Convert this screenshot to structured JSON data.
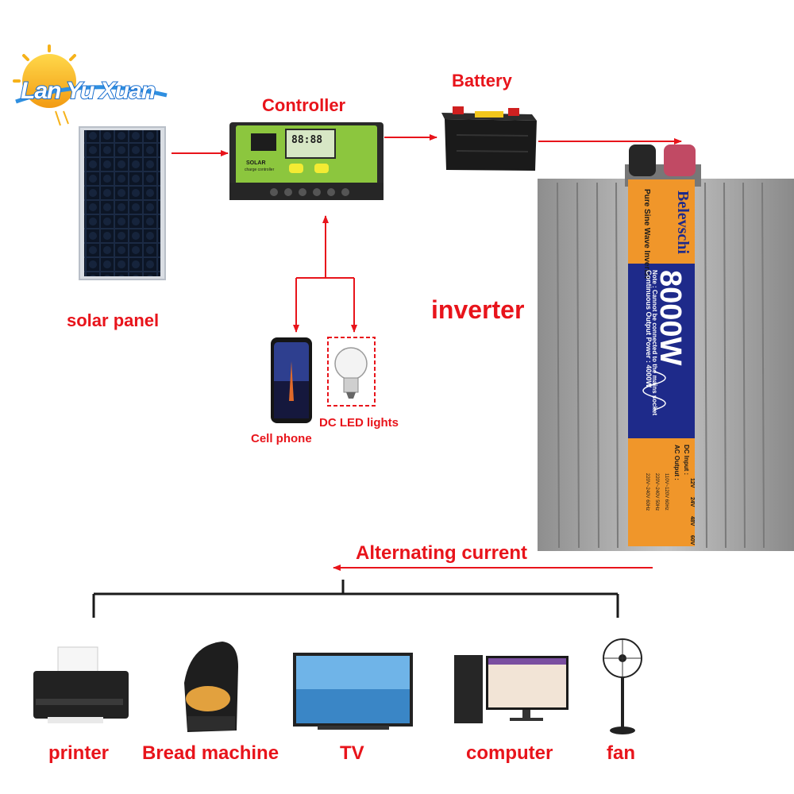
{
  "brand": {
    "logo_text": "Lan Yu Xuan"
  },
  "components": {
    "solar_panel": "solar panel",
    "controller": "Controller",
    "battery": "Battery",
    "inverter": "inverter",
    "cell_phone": "Cell phone",
    "dc_led_lights": "DC LED lights"
  },
  "controller_device": {
    "brand_text": "SOLAR",
    "sub_text": "charge controller",
    "display_value": "88:88"
  },
  "inverter_device": {
    "brand": "Belevschi",
    "type": "Pure Sine Wave Inverter",
    "rating": "8000W",
    "continuous": "Continuous Output Power : 4000W",
    "note": "Note : Cannot be connected to the mains socket",
    "dc_input_label": "DC Input :",
    "dc_voltages": [
      "12V",
      "24V",
      "48V",
      "60V"
    ],
    "ac_output_label": "AC Output :",
    "ac_options": [
      "110V~120V 60Hz",
      "220V~240V 50Hz",
      "220V~240V 60Hz"
    ]
  },
  "flow": {
    "ac_label": "Alternating current"
  },
  "appliances": [
    "printer",
    "Bread machine",
    "TV",
    "computer",
    "fan"
  ],
  "colors": {
    "arrow": "#e8141b",
    "label_red": "#e8141b",
    "inverter_body": "#9a9a9a",
    "label_orange": "#f0962a",
    "label_blue": "#1e2a8a",
    "controller_green": "#8cc63e"
  }
}
